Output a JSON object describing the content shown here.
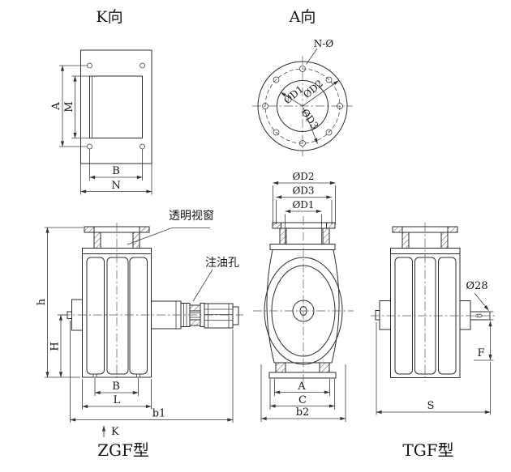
{
  "drawing": {
    "background": "#ffffff",
    "line_color": "#2b2b2b",
    "views": {
      "k": {
        "title": "K向",
        "dim_a": "A",
        "dim_m": "M",
        "dim_b": "B",
        "dim_n": "N"
      },
      "a": {
        "title": "A向",
        "n_holes": "N-Ø",
        "d1": "ØD1",
        "d2": "ØD2",
        "d3": "ØD3"
      },
      "front": {
        "d2": "ØD2",
        "d3": "ØD3",
        "d1": "ØD1",
        "dim_a": "A",
        "dim_c": "C",
        "dim_b2": "b2"
      },
      "zgf": {
        "label": "ZGF型",
        "annotation_window": "透明视窗",
        "annotation_oil": "注油孔",
        "dim_h_total": "h",
        "dim_h_shaft": "H",
        "dim_b": "B",
        "dim_l": "L",
        "dim_b1": "b1",
        "dim_k": "K"
      },
      "tgf": {
        "label": "TGF型",
        "dim_shaft": "Ø28",
        "dim_f": "F",
        "dim_s": "S"
      }
    }
  }
}
